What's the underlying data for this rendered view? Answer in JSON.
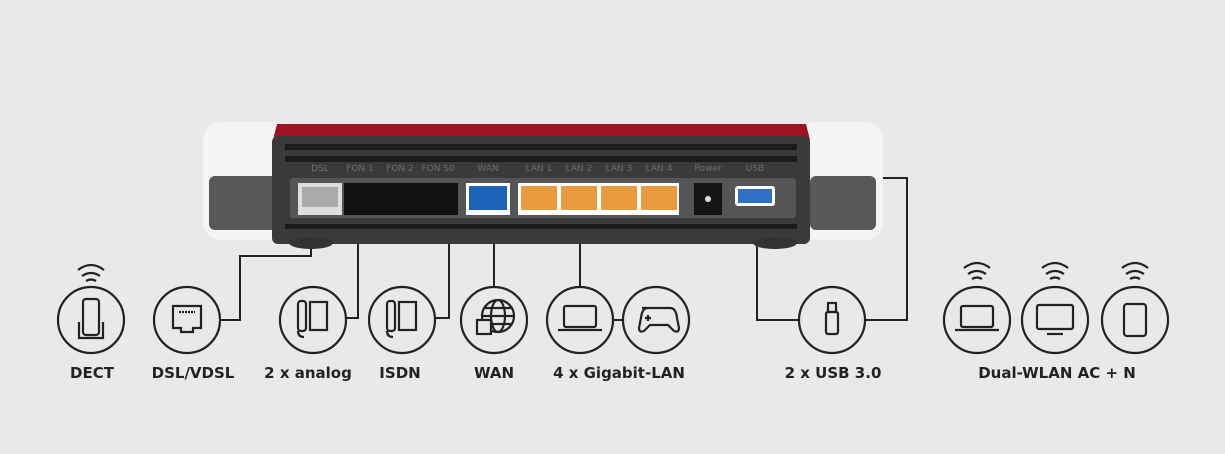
{
  "labels": {
    "dect": "DECT",
    "dsl": "DSL/VDSL",
    "analog": "2 x analog",
    "isdn": "ISDN",
    "wan": "WAN",
    "lan": "4 x Gigabit-LAN",
    "usb": "2 x USB 3.0",
    "wlan": "Dual-WLAN AC + N"
  },
  "ports": {
    "dsl": "DSL",
    "fon1": "FON 1",
    "fon2": "FON 2",
    "fons0": "FON S0",
    "wan": "WAN",
    "lan1": "LAN 1",
    "lan2": "LAN 2",
    "lan3": "LAN 3",
    "lan4": "LAN 4",
    "power": "Power",
    "usb": "USB"
  },
  "colors": {
    "router_red": "#9e1420",
    "router_panel": "#3a3a3c",
    "wan_port": "#1f63b8",
    "lan_port": "#e89a3c",
    "usb_port": "#2f6fc4",
    "line": "#222222"
  }
}
